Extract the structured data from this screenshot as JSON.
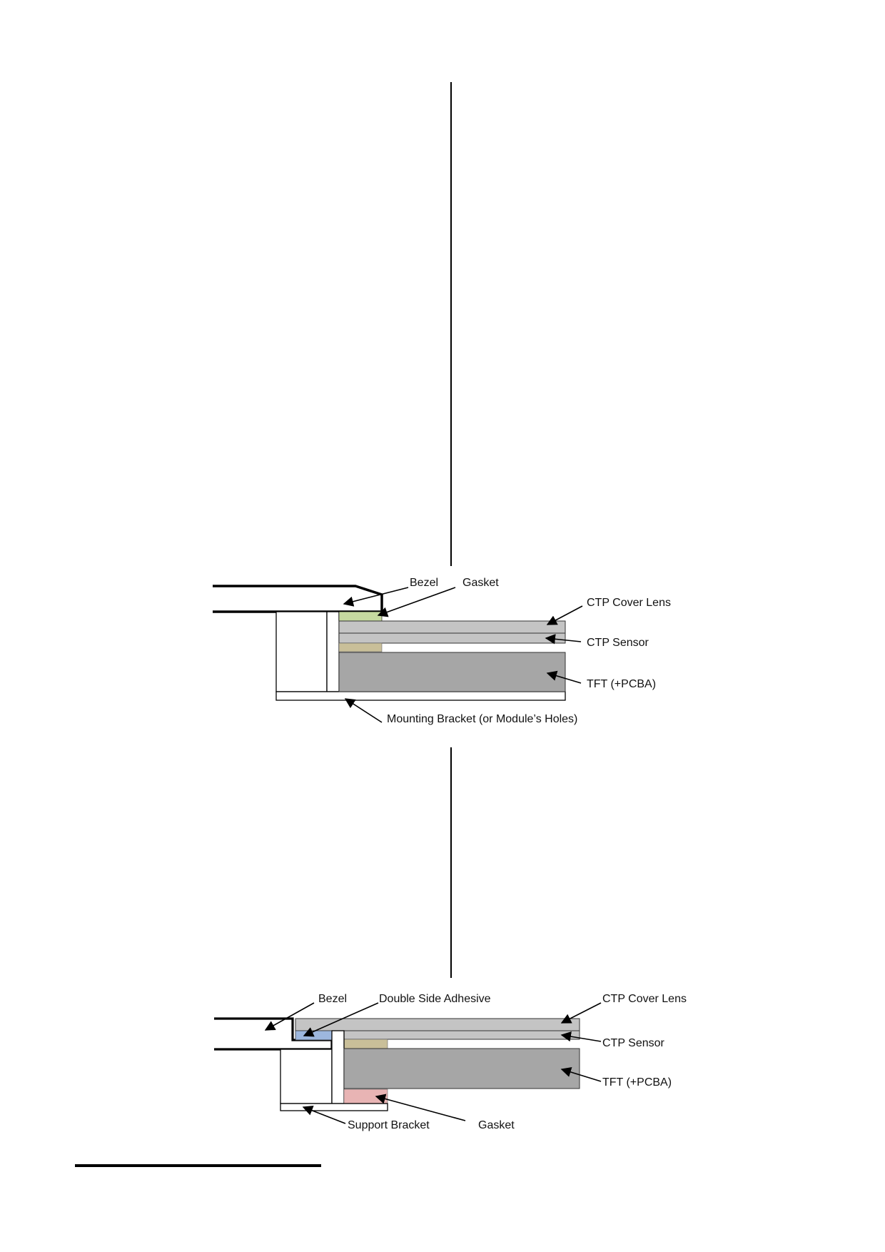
{
  "diagram_top": {
    "labels": {
      "bezel": "Bezel",
      "gasket": "Gasket",
      "cover_lens": "CTP Cover Lens",
      "sensor": "CTP Sensor",
      "tft": "TFT (+PCBA)",
      "mounting_bracket": "Mounting Bracket (or Module’s Holes)"
    }
  },
  "diagram_bottom": {
    "labels": {
      "bezel": "Bezel",
      "adhesive": "Double Side Adhesive",
      "cover_lens": "CTP Cover Lens",
      "sensor": "CTP Sensor",
      "tft": "TFT (+PCBA)",
      "support_bracket": "Support Bracket",
      "gasket": "Gasket"
    }
  },
  "colors": {
    "cover_lens": "#c4c4c4",
    "sensor": "#c4c4c4",
    "tft": "#a6a6a6",
    "gasket_green": "#c6d9a0",
    "spacer_tan": "#c9bf99",
    "adhesive_blue": "#9db7de",
    "gasket_pink": "#e8b4b4"
  }
}
